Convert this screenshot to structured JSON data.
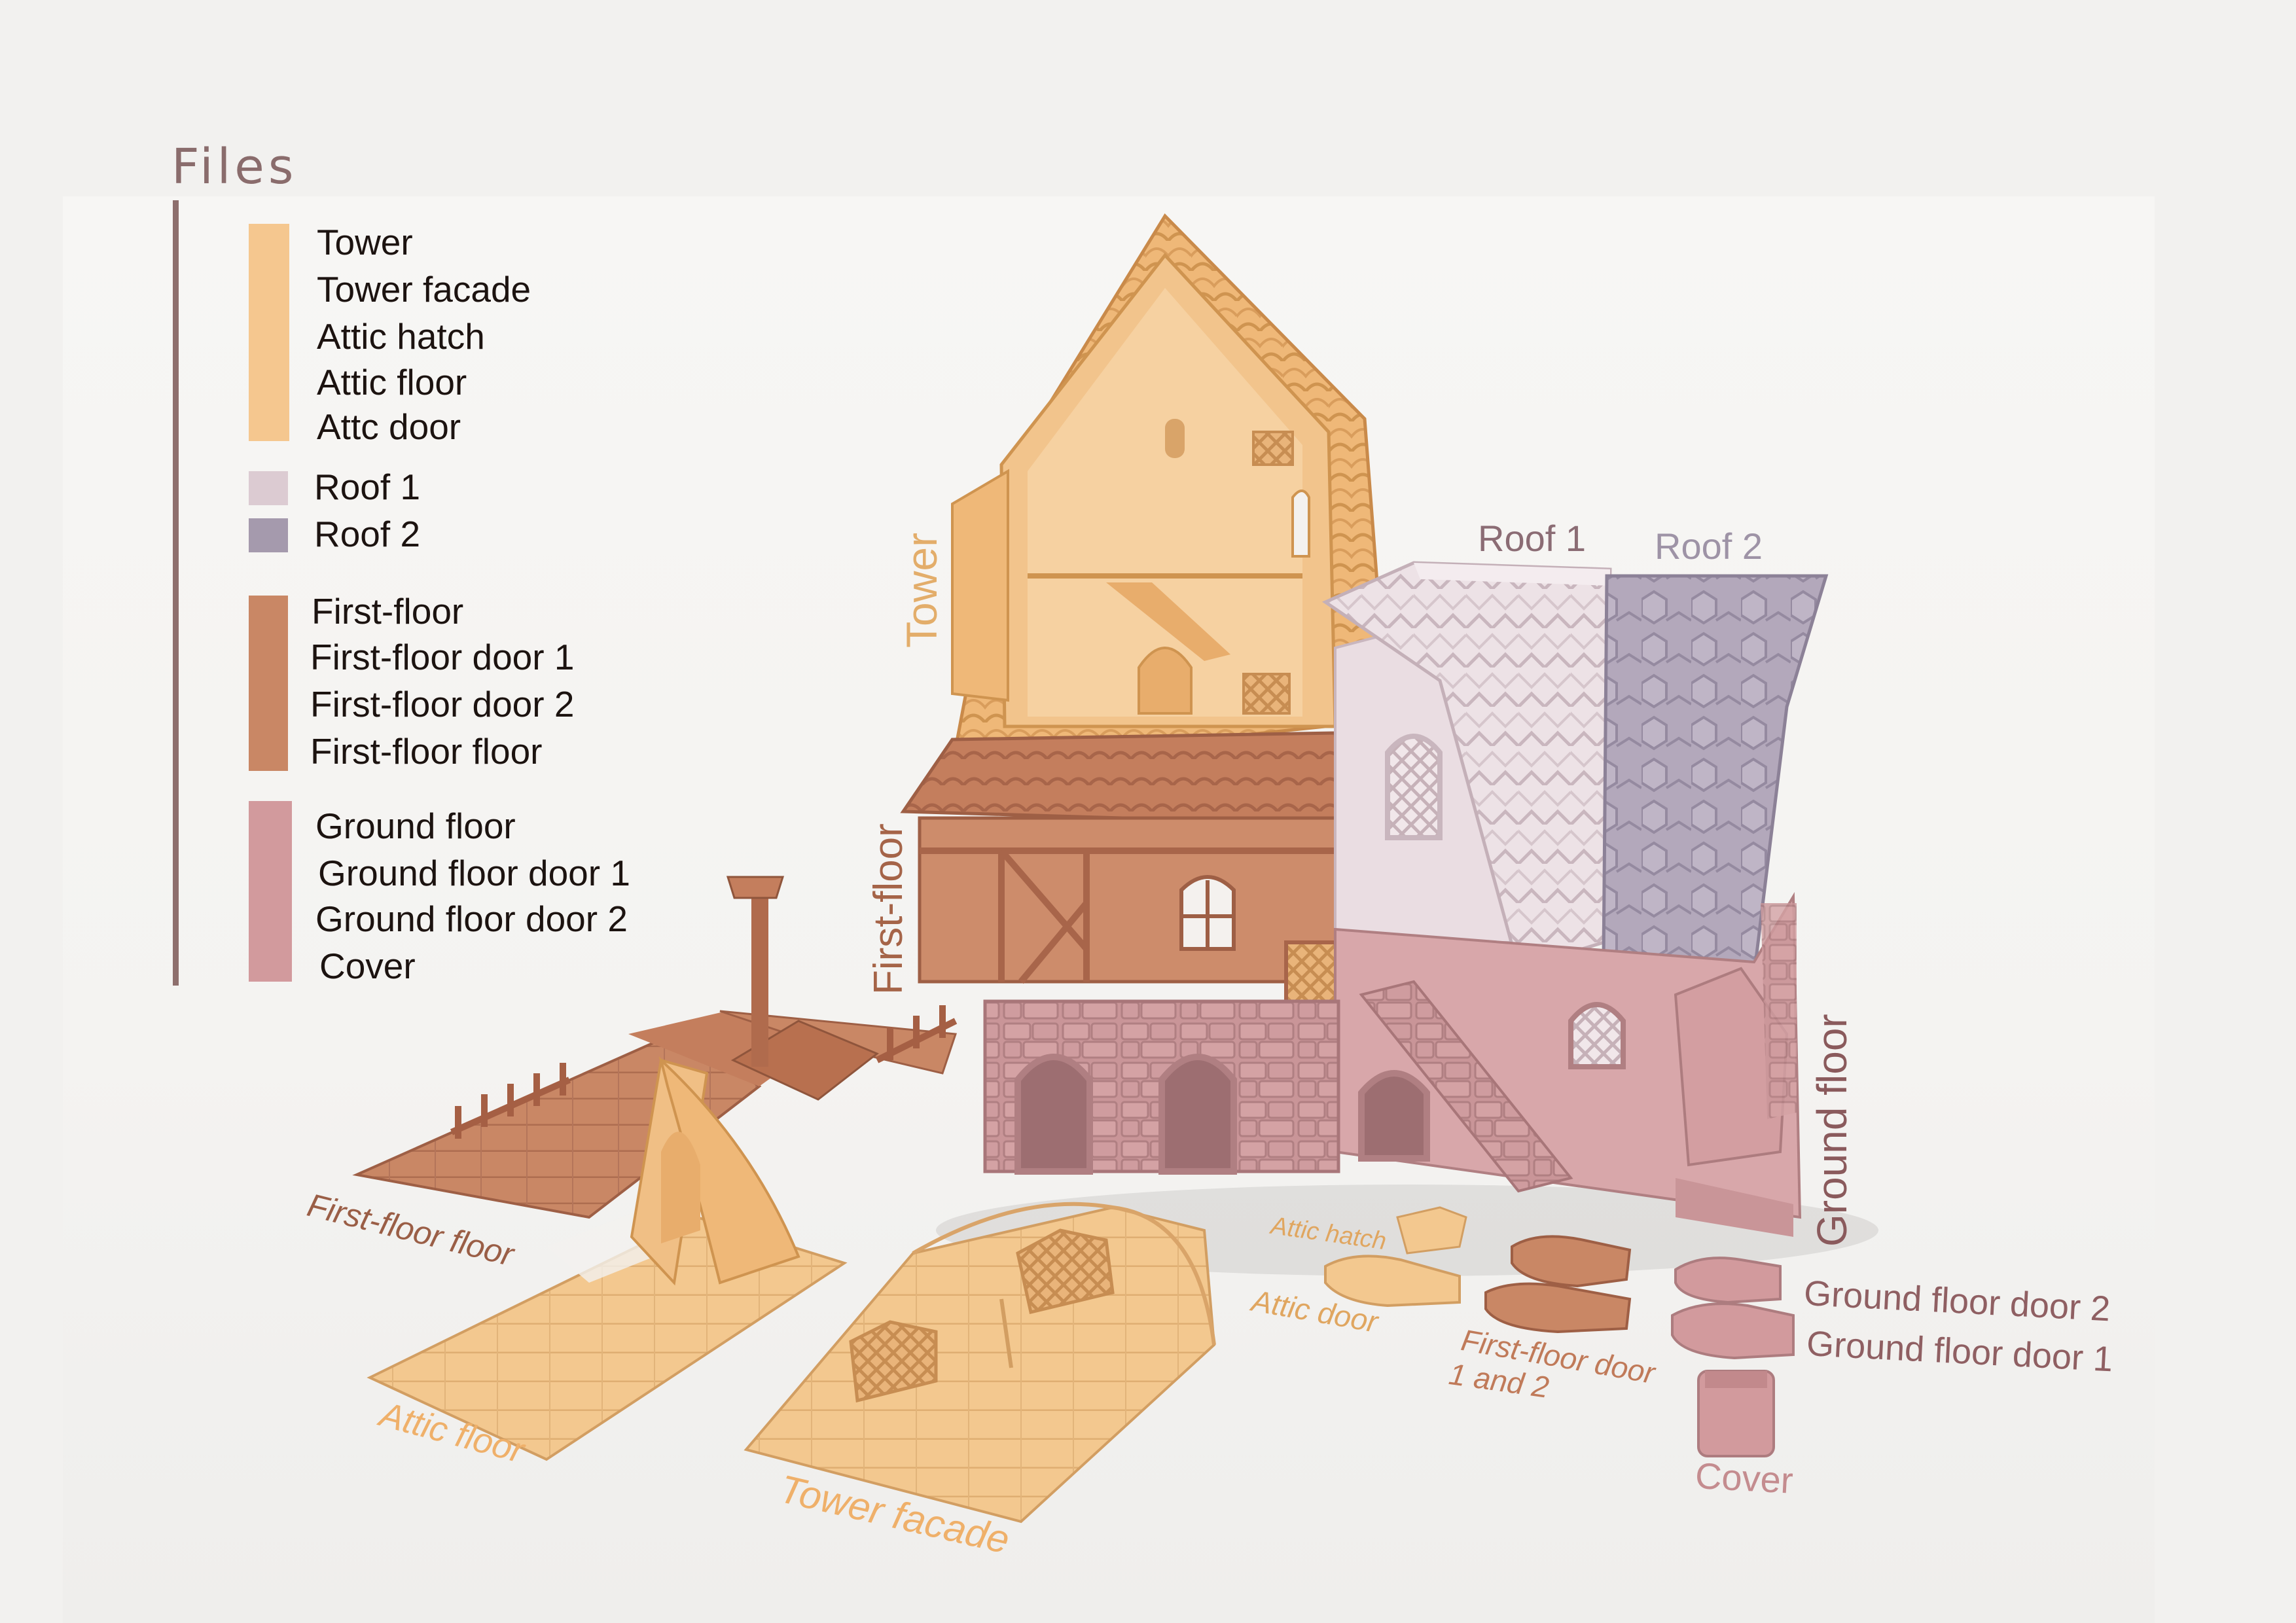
{
  "header": {
    "title": "Files"
  },
  "colors": {
    "tower": "#f5c78f",
    "roof1": "#dccbd2",
    "roof2": "#a59aad",
    "first_floor": "#c98765",
    "ground_floor": "#d29a9d",
    "legend_bar": "#8e6f6d",
    "title": "#8a6c6c"
  },
  "legend": {
    "groups": [
      {
        "id": "tower",
        "items": [
          "Tower",
          "Tower facade",
          "Attic hatch",
          "Attic floor",
          "Attc door"
        ]
      },
      {
        "id": "roof1",
        "items": [
          "Roof 1"
        ]
      },
      {
        "id": "roof2",
        "items": [
          "Roof 2"
        ]
      },
      {
        "id": "first_floor",
        "items": [
          "First-floor",
          "First-floor door 1",
          "First-floor door 2",
          "First-floor floor"
        ]
      },
      {
        "id": "ground_floor",
        "items": [
          "Ground floor",
          "Ground floor door 1",
          "Ground floor door 2",
          "Cover"
        ]
      }
    ]
  },
  "labels": {
    "tower": "Tower",
    "first_floor": "First-floor",
    "ground_floor": "Ground floor",
    "roof1": "Roof 1",
    "roof2": "Roof 2",
    "first_floor_floor": "First-floor floor",
    "attic_hatch": "Attic hatch",
    "attic_door": "Attic door",
    "first_floor_door_line1": "First-floor door",
    "first_floor_door_line2": "1 and 2",
    "ground_floor_door_2": "Ground floor door 2",
    "ground_floor_door_1": "Ground floor door 1",
    "attic_floor": "Attic floor",
    "tower_facade": "Tower facade",
    "cover": "Cover"
  }
}
